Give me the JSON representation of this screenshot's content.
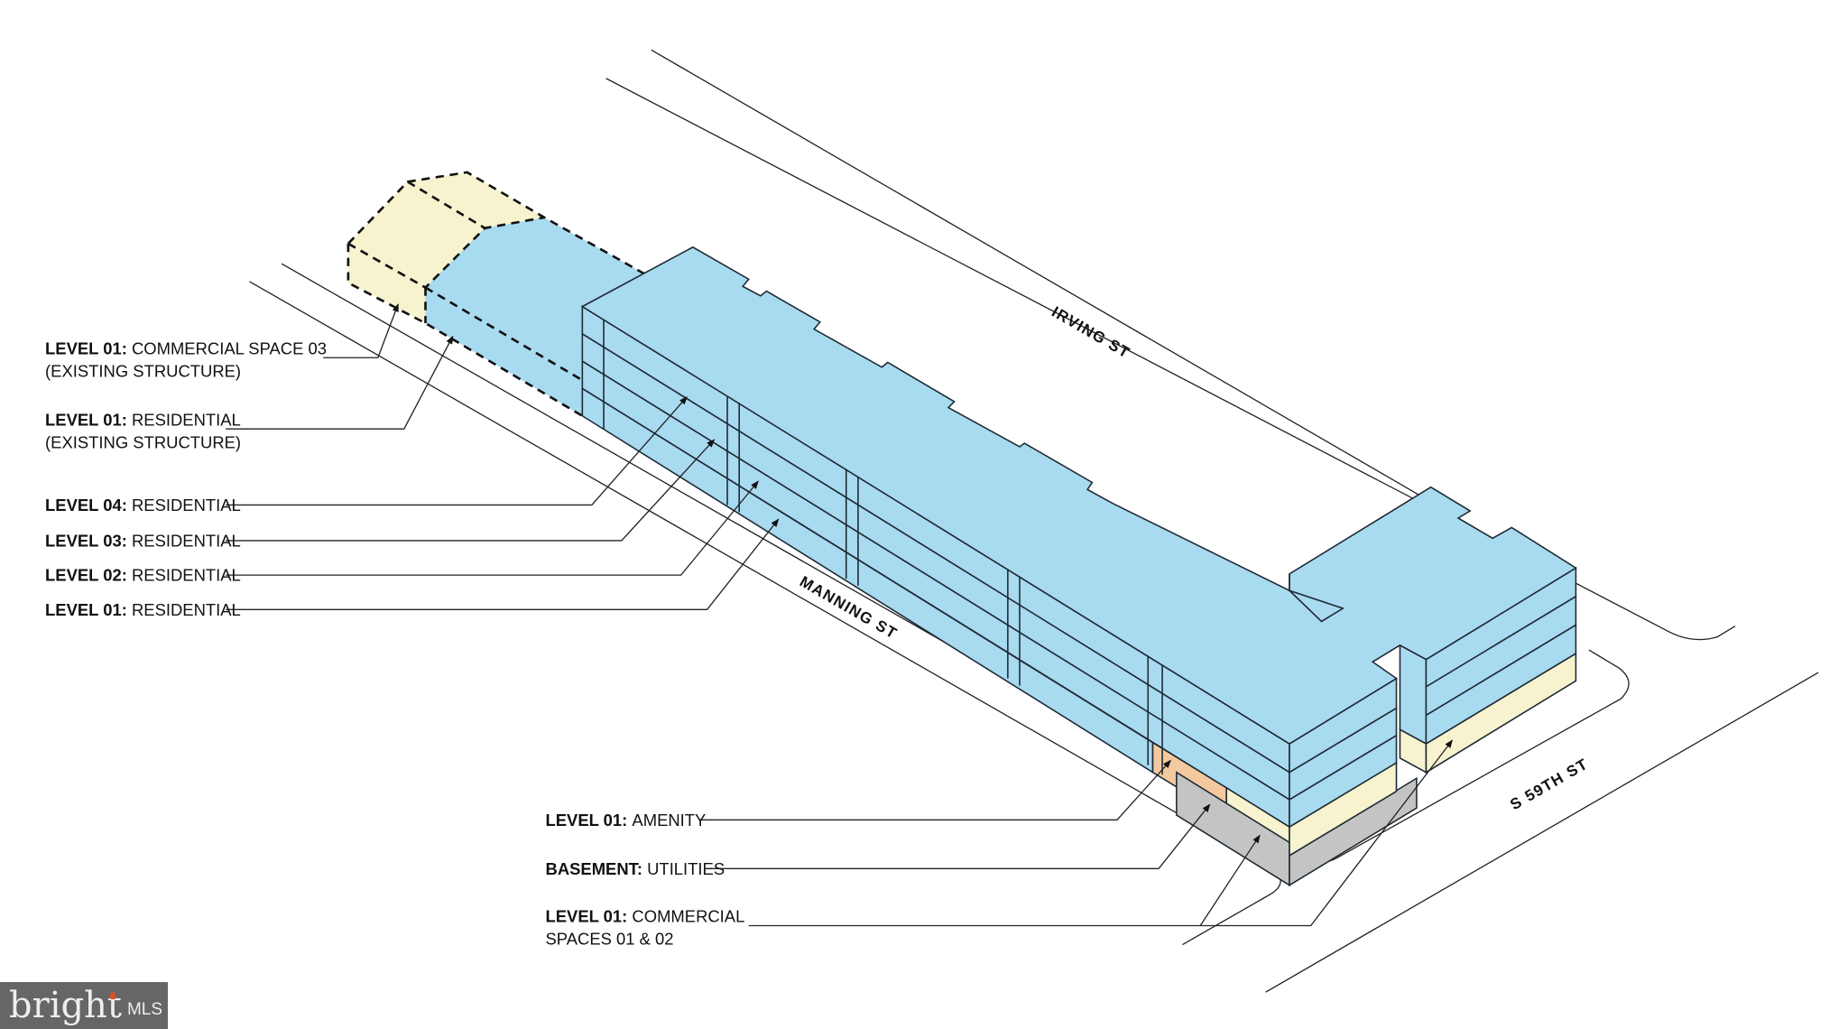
{
  "colors": {
    "residential": "#a8daf0",
    "commercial": "#f7f3cf",
    "amenity": "#f4c9a0",
    "basement": "#c4c4c4",
    "logo_bg": "#666666"
  },
  "streets": {
    "irving": "IRVING ST",
    "manning": "MANNING ST",
    "s59th": "S 59TH ST"
  },
  "labels": [
    {
      "level": "LEVEL 01:",
      "use": "COMMERCIAL SPACE 03",
      "line2": "(EXISTING STRUCTURE)"
    },
    {
      "level": "LEVEL 01:",
      "use": "RESIDENTIAL",
      "line2": "(EXISTING STRUCTURE)"
    },
    {
      "level": "LEVEL 04:",
      "use": "RESIDENTIAL"
    },
    {
      "level": "LEVEL 03:",
      "use": "RESIDENTIAL"
    },
    {
      "level": "LEVEL 02:",
      "use": "RESIDENTIAL"
    },
    {
      "level": "LEVEL 01:",
      "use": "RESIDENTIAL"
    },
    {
      "level": "LEVEL 01:",
      "use": "AMENITY"
    },
    {
      "level": "BASEMENT:",
      "use": "UTILITIES"
    },
    {
      "level": "LEVEL 01:",
      "use": "COMMERCIAL",
      "line2": "SPACES 01 & 02"
    }
  ],
  "logo": {
    "wordmark": "bright",
    "suffix": "MLS"
  }
}
